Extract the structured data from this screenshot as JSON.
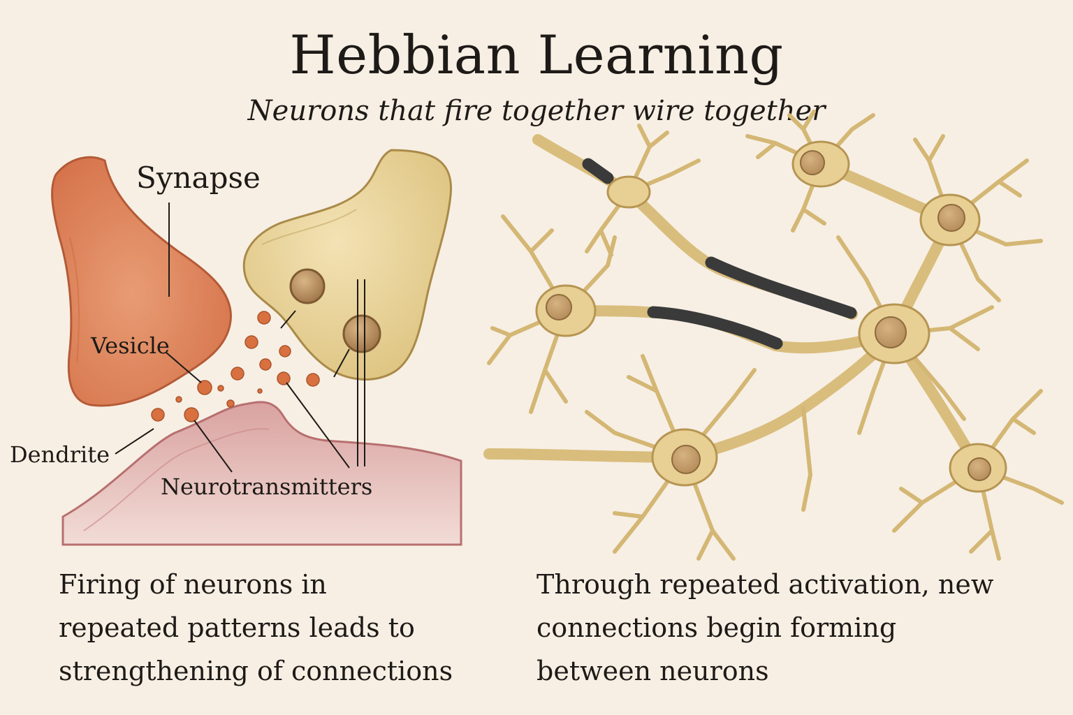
{
  "title": "Hebbian Learning",
  "subtitle": "Neurons that fire together wire together",
  "synapse_panel": {
    "labels": {
      "synapse": "Synapse",
      "vesicle": "Vesicle",
      "dendrite": "Dendrite",
      "neurotransmitters": "Neurotransmitters"
    },
    "caption_lines": [
      "Firing of neurons in",
      "repeated patterns leads to",
      "strengthening of connections"
    ]
  },
  "network_panel": {
    "caption_lines": [
      "Through repeated activation, new",
      "connections begin forming",
      "between neurons"
    ]
  },
  "colors": {
    "background": "#f7efe4",
    "presynaptic": "#e0875c",
    "postsynaptic_terminal": "#ead39a",
    "dendrite": "#d99a9a",
    "neuron": "#e8cf93",
    "neuron_outline": "#b69552",
    "myelin": "#3a3a3a"
  }
}
